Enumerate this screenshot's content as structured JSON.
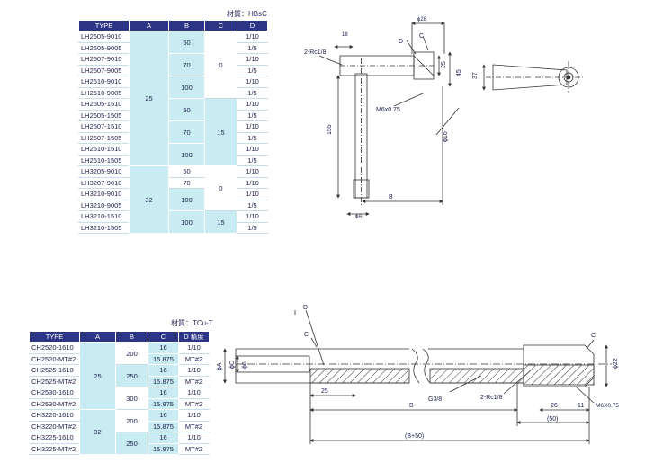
{
  "top": {
    "material": "材質：HBsC",
    "headers": [
      "TYPE",
      "A",
      "B",
      "C",
      "D"
    ],
    "types": [
      "LH2505-9010",
      "LH2505-9005",
      "LH2507-9010",
      "LH2507-9005",
      "LH2510-9010",
      "LH2510-9005",
      "LH2505-1510",
      "LH2505-1505",
      "LH2507-1510",
      "LH2507-1505",
      "LH2510-1510",
      "LH2510-1505",
      "LH3205-9010",
      "LH3207-9010",
      "LH3210-9010",
      "LH3210-9005",
      "LH3210-1510",
      "LH3210-1505"
    ],
    "a_values": [
      "25",
      "32"
    ],
    "b_values": [
      "50",
      "70",
      "100",
      "50",
      "70",
      "100",
      "50",
      "70",
      "100",
      "100"
    ],
    "c_values": [
      "0",
      "15",
      "0",
      "15"
    ],
    "d_values": [
      "1/10",
      "1/5",
      "1/10",
      "1/5",
      "1/10",
      "1/5",
      "1/10",
      "1/5",
      "1/10",
      "1/5",
      "1/10",
      "1/5",
      "1/10",
      "1/10",
      "1/10",
      "1/5",
      "1/10",
      "1/5"
    ]
  },
  "bottom": {
    "material": "材質：TCu-T",
    "headers": [
      "TYPE",
      "A",
      "B",
      "C",
      "D 精度"
    ],
    "types": [
      "CH2520-1610",
      "CH2520-MT#2",
      "CH2525-1610",
      "CH2525-MT#2",
      "CH2530-1610",
      "CH2530-MT#2",
      "CH3220-1610",
      "CH3220-MT#2",
      "CH3225-1610",
      "CH3225-MT#2"
    ],
    "a_values": [
      "25",
      "32"
    ],
    "b_values": [
      "200",
      "250",
      "300",
      "200",
      "250"
    ],
    "c_values": [
      "16",
      "15.875",
      "16",
      "15.875",
      "16",
      "15.875",
      "16",
      "15.875",
      "16",
      "15.875"
    ],
    "d_values": [
      "1/10",
      "MT#2",
      "1/10",
      "MT#2",
      "1/10",
      "MT#2",
      "1/10",
      "MT#2",
      "1/10",
      "MT#2"
    ]
  },
  "drawing1": {
    "dim_18": "18",
    "dim_phi28": "ϕ28",
    "label_D": "D",
    "label_C": "C",
    "label_rc": "2-Rc1/8",
    "dim_25": "25",
    "dim_45": "45",
    "dim_37": "37",
    "thread": "M6x0.75",
    "dim_155": "155",
    "dim_phi16": "ϕ16",
    "label_B": "B",
    "label_phiA": "ϕA"
  },
  "drawing2": {
    "label_D": "D",
    "label_C_left": "C",
    "label_C_right": "C",
    "label_phiA": "ϕA",
    "label_phiC": "ϕC",
    "label_phi6": "ϕ6",
    "dim_phi22": "ϕ22",
    "dim_25": "25",
    "label_g38": "G3/8",
    "label_rc": "2-Rc1/8",
    "dim_26": "26",
    "dim_11": "11",
    "thread": "M6X0.75",
    "label_B": "B",
    "dim_50": "(50)",
    "dim_b50": "(B+50)"
  }
}
